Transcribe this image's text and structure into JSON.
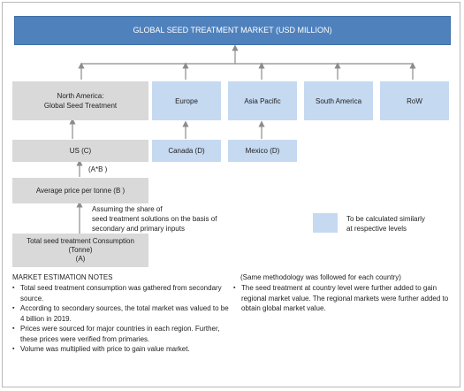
{
  "title": "GLOBAL SEED TREATMENT MARKET (USD MILLION)",
  "regions": {
    "north_america": "North America:\nGlobal Seed Treatment",
    "europe": "Europe",
    "asia_pacific": "Asia Pacific",
    "south_america": "South America",
    "row": "RoW"
  },
  "countries": {
    "us": "US (C)",
    "canada": "Canada (D)",
    "mexico": "Mexico (D)"
  },
  "formula": "(A*B )",
  "average_price": "Average price per tonne (B )",
  "assumption": "Assuming the share of\nseed treatment solutions on the basis of\nsecondary and primary inputs",
  "consumption": "Total seed treatment Consumption\n(Tonne)\n(A)",
  "legend_text": "To be calculated similarly\nat respective levels",
  "colors": {
    "title_blue": "#4f81bd",
    "light_blue": "#c5d9f1",
    "grey": "#d9d9d9"
  },
  "notes": {
    "heading": "MARKET ESTIMATION NOTES",
    "items": [
      "Total seed treatment consumption was gathered from secondary source.",
      "According to secondary sources, the total market was valued to be 4 billion in 2019.",
      "Prices were sourced for major countries in each region. Further, these prices were verified from primaries.",
      "Volume was multiplied with price to gain value market."
    ]
  },
  "right_notes": {
    "heading": "(Same methodology was followed for each country)",
    "items": [
      "The seed treatment at country level were further added to gain regional market value. The regional markets were further added to obtain global market value."
    ]
  }
}
